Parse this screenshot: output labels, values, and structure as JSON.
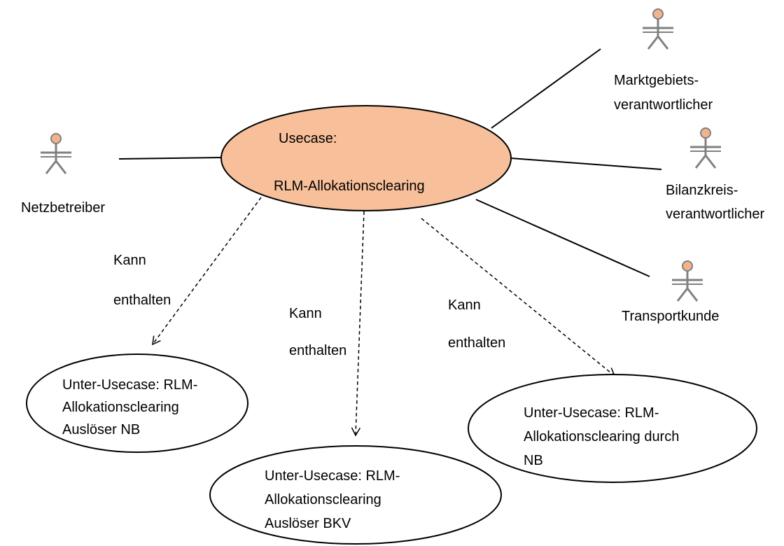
{
  "main_usecase": {
    "title": "Usecase:",
    "name": "RLM-Allokationsclearing"
  },
  "actors": {
    "netzbetreiber": "Netzbetreiber",
    "mgv_line1": "Marktgebiets-",
    "mgv_line2": "verantwortlicher",
    "bkv_line1": "Bilanzkreis-",
    "bkv_line2": "verantwortlicher",
    "transportkunde": "Transportkunde"
  },
  "relations": {
    "left_line1": "Kann",
    "left_line2": "enthalten",
    "middle_line1": "Kann",
    "middle_line2": "enthalten",
    "right_line1": "Kann",
    "right_line2": "enthalten"
  },
  "sub_usecases": {
    "nb_line1": "Unter-Usecase: RLM-",
    "nb_line2": "Allokationsclearing",
    "nb_line3": "Auslöser NB",
    "bkv_line1": "Unter-Usecase: RLM-",
    "bkv_line2": "Allokationsclearing",
    "bkv_line3": "Auslöser BKV",
    "durch_line1": "Unter-Usecase: RLM-",
    "durch_line2": "Allokationsclearing durch",
    "durch_line3": "NB"
  },
  "colors": {
    "main_fill": "#f7c09a",
    "actor_head": "#f2b48a",
    "actor_body": "#808080",
    "line": "#000000"
  }
}
